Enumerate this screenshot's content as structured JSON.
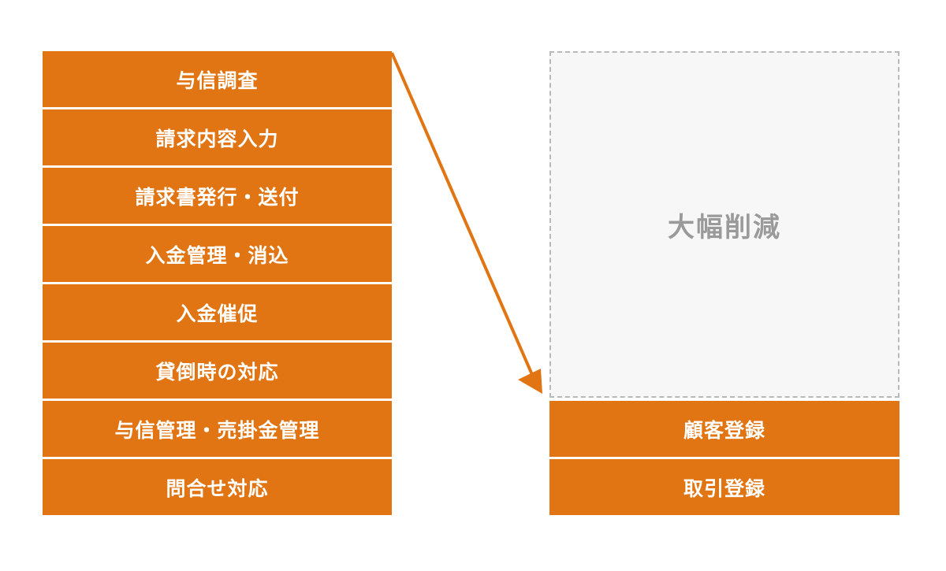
{
  "before_process": {
    "items": [
      "与信調査",
      "請求内容入力",
      "請求書発行・送付",
      "入金管理・消込",
      "入金催促",
      "貸倒時の対応",
      "与信管理・売掛金管理",
      "問合せ対応"
    ]
  },
  "after_process": {
    "reduced_label": "大幅削減",
    "items": [
      "顧客登録",
      "取引登録"
    ]
  },
  "colors": {
    "accent": "#e27513",
    "reduced_bg": "#f7f7f7",
    "reduced_border": "#b9b9b9",
    "reduced_text": "#9a9a9a"
  }
}
